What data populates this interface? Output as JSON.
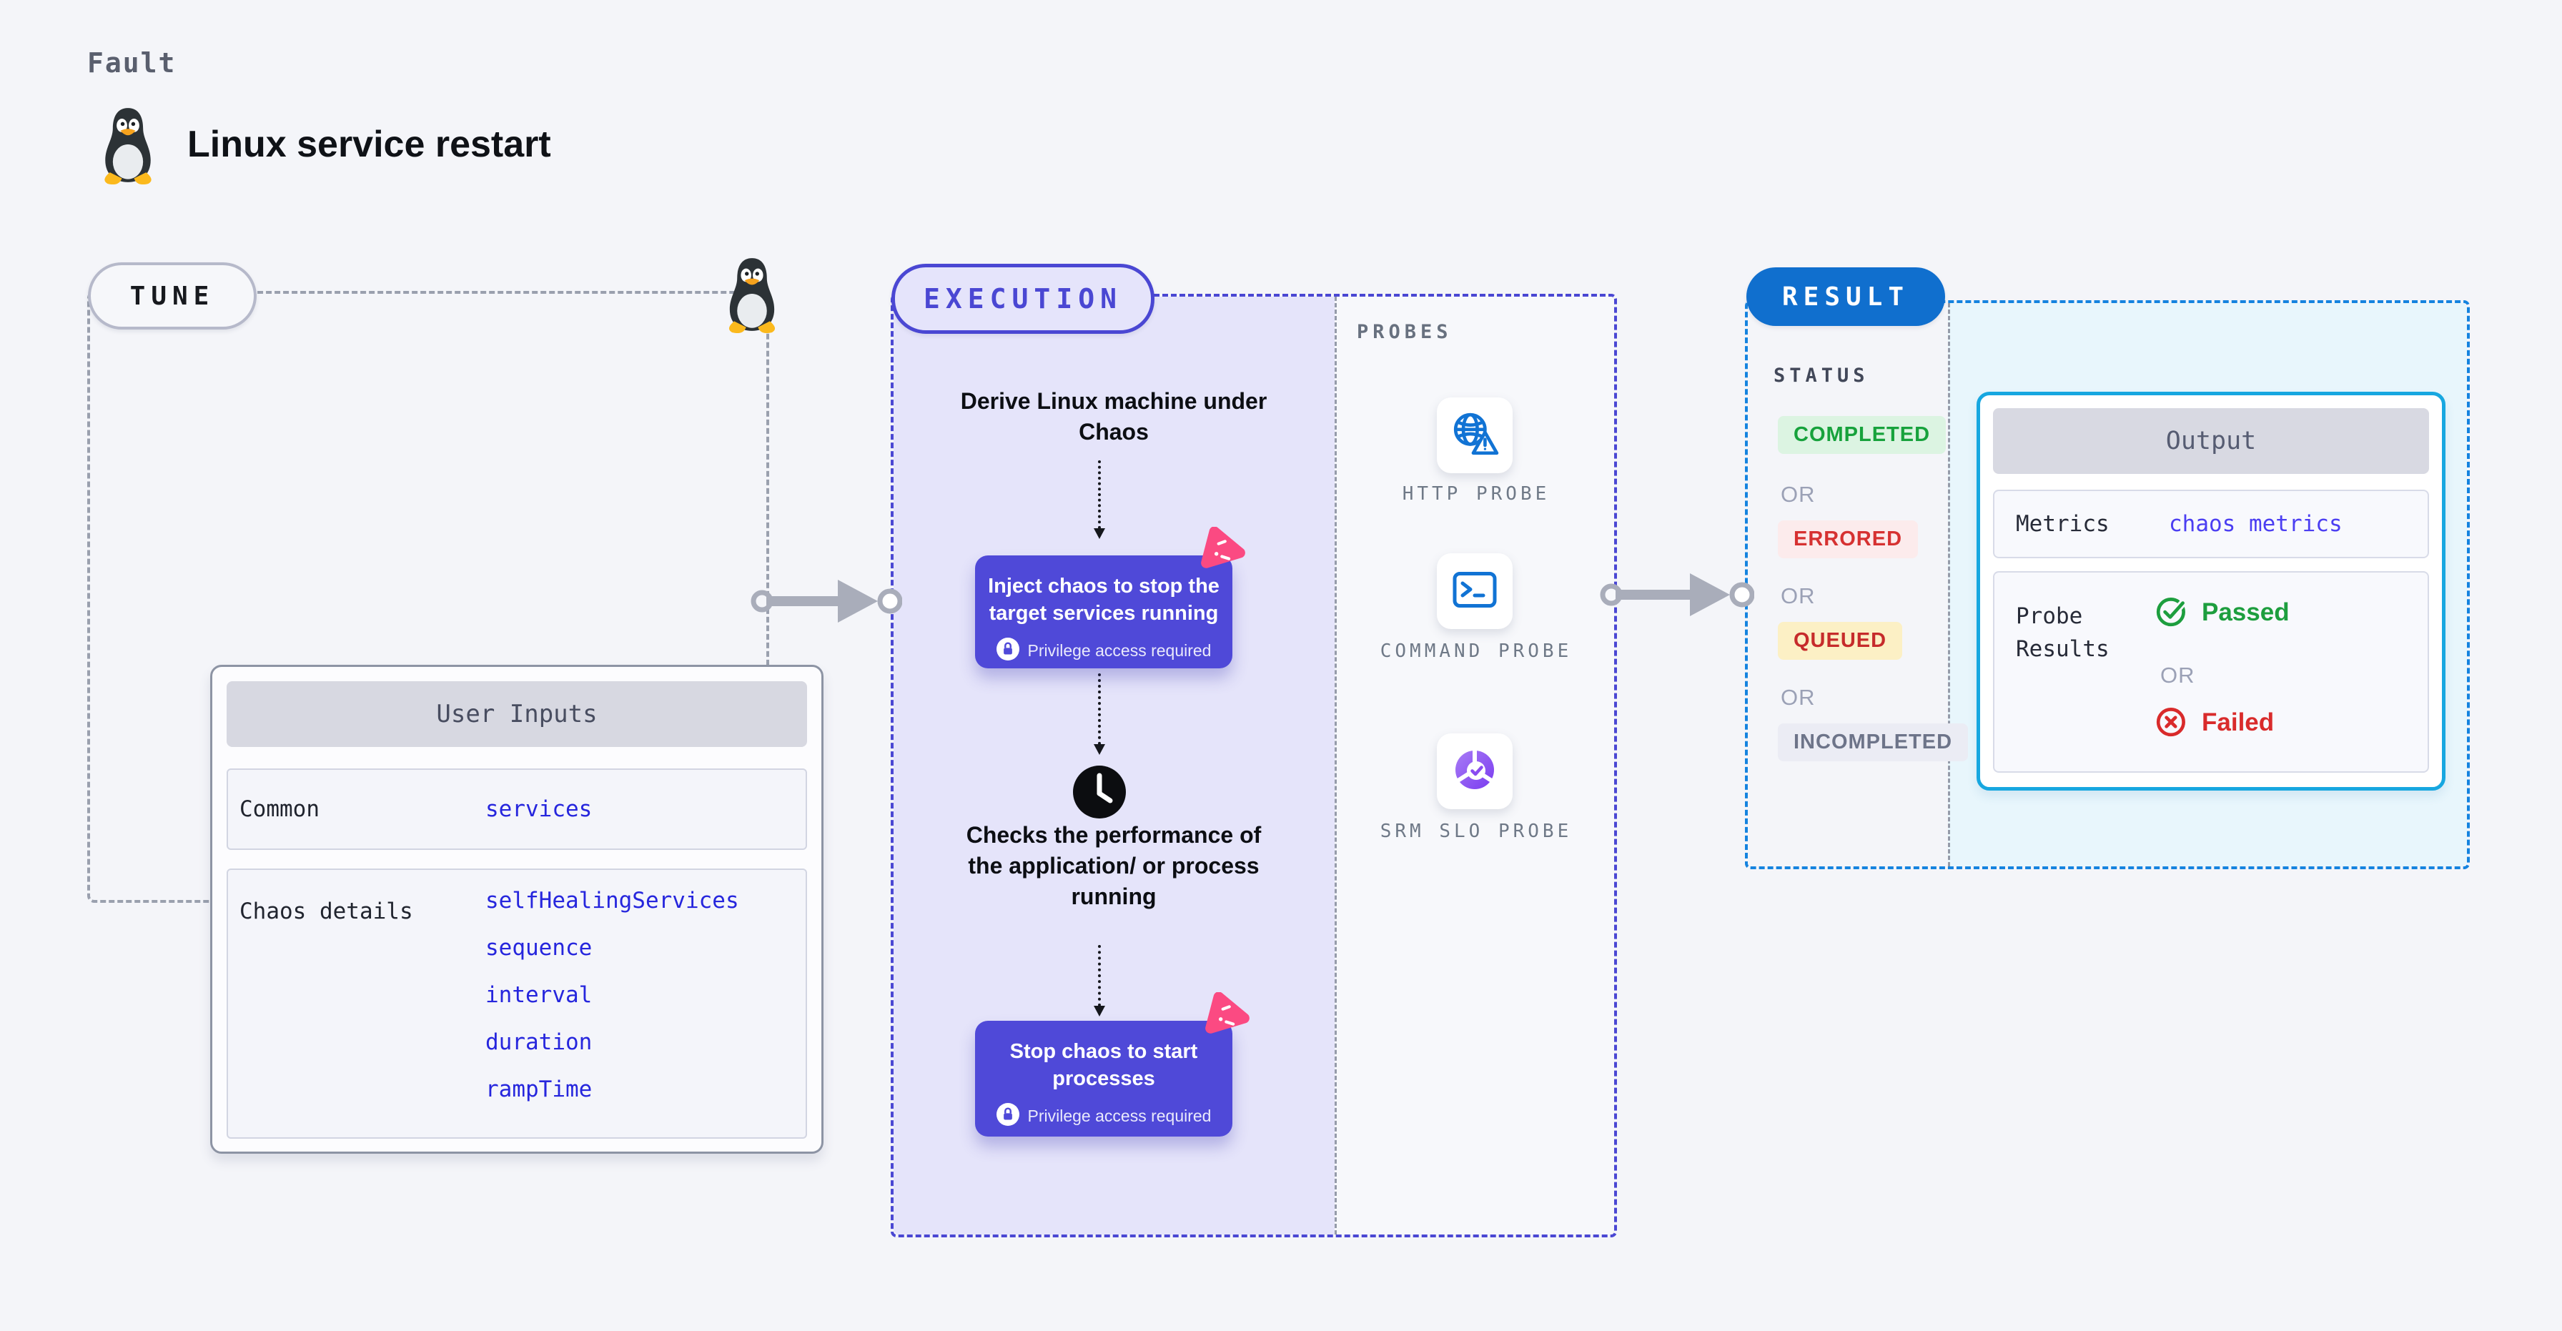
{
  "header": {
    "eyebrow": "Fault",
    "title": "Linux service restart"
  },
  "shared": {
    "or": "OR",
    "privilege_note": "Privilege access required"
  },
  "tune": {
    "badge": "TUNE",
    "user_inputs": {
      "title": "User Inputs",
      "rows": [
        {
          "label": "Common",
          "values": [
            "services"
          ]
        },
        {
          "label": "Chaos details",
          "values": [
            "selfHealingServices",
            "sequence",
            "interval",
            "duration",
            "rampTime"
          ]
        }
      ]
    }
  },
  "execution": {
    "badge": "EXECUTION",
    "derive_step": "Derive Linux machine under Chaos",
    "inject_card": {
      "title": "Inject chaos to stop the target services running"
    },
    "check_step": "Checks the performance of the application/ or process running",
    "stop_card": {
      "title": "Stop chaos to start processes"
    },
    "probes": {
      "title": "PROBES",
      "items": [
        {
          "label": "HTTP PROBE",
          "icon": "globe-alert-icon"
        },
        {
          "label": "COMMAND PROBE",
          "icon": "terminal-icon"
        },
        {
          "label": "SRM SLO PROBE",
          "icon": "pie-check-icon"
        }
      ]
    }
  },
  "result": {
    "badge": "RESULT",
    "status": {
      "title": "STATUS",
      "completed": "COMPLETED",
      "errored": "ERRORED",
      "queued": "QUEUED",
      "incompleted": "INCOMPLETED"
    },
    "output": {
      "title": "Output",
      "metrics_label": "Metrics",
      "metrics_value": "chaos metrics",
      "probe_results_label": "Probe Results",
      "passed": "Passed",
      "failed": "Failed"
    }
  },
  "colors": {
    "page_bg": "#f4f5f9",
    "indigo": "#4a47d3",
    "indigo_card": "#4f49d8",
    "lavender": "#e5e4fa",
    "pink": "#fb4a82",
    "result_blue": "#106fce",
    "result_border": "#1583df",
    "cyan_border": "#17a7e0",
    "cyan_bg": "#e8f6fc",
    "green": "#1d9e3e",
    "green_bg": "#dcf4e2",
    "red": "#d63131",
    "red_bg": "#fcebec",
    "yellow_bg": "#fcf0c5",
    "gray_badge": "#6d7489",
    "gray_badge_bg": "#ebecf4",
    "link_blue": "#2626dd",
    "probe_icon_blue": "#1173d4"
  }
}
